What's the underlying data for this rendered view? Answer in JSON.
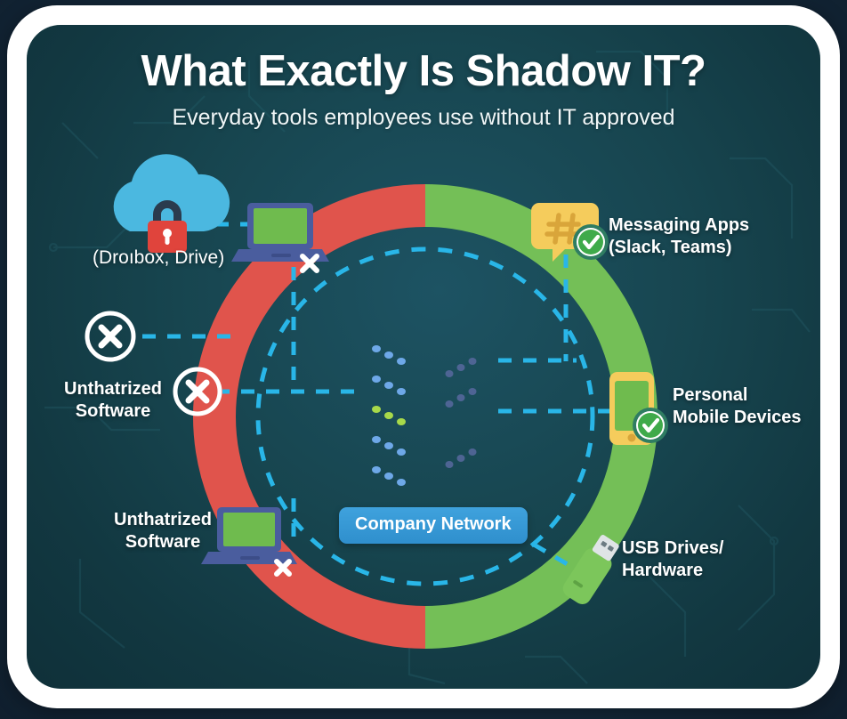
{
  "header": {
    "title": "What Exactly Is Shadow IT?",
    "subtitle": "Everyday tools employees use without IT approved"
  },
  "center": {
    "network_label": "Company Network",
    "server_icon": "server-stack-icon"
  },
  "ring": {
    "blocked_color": "#e0544c",
    "allowed_color": "#74bf57",
    "blocked_side": "left",
    "allowed_side": "right"
  },
  "colors": {
    "panel_bg": "#17454f",
    "frame": "#ffffff",
    "backdrop": "#142a3c",
    "dashed_link": "#29b6e8",
    "pill_blue": "#3fa2dd",
    "cloud_blue": "#4bb8e0",
    "lock_red": "#e0443c",
    "laptop_screen_green": "#6fbb4e",
    "laptop_body_blue": "#4a5d9e",
    "bubble_yellow": "#f5cc5c",
    "check_green": "#3faa4a",
    "phone_yellow": "#f5cc5c",
    "usb_green": "#7cc65b"
  },
  "blocked_items": [
    {
      "id": "cloud-storage",
      "label": "(Droıbox, Drive)",
      "icon": "cloud-lock-icon",
      "badge": "x-badge",
      "status": "blocked"
    },
    {
      "id": "unauthorized-software-top",
      "label": "Unthatrized\nSoftware",
      "icon": "x-circle-icon",
      "badge": "x-badge",
      "status": "blocked"
    },
    {
      "id": "unauthorized-software-bottom",
      "label": "Unthatrized\nSoftware",
      "icon": "laptop-icon",
      "badge": "x-badge",
      "status": "blocked"
    }
  ],
  "allowed_items": [
    {
      "id": "messaging-apps",
      "label": "Messaging Apps\n(Slack, Teams)",
      "icon": "chat-bubble-hash-icon",
      "badge": "check-badge",
      "status": "allowed"
    },
    {
      "id": "personal-mobile-devices",
      "label": "Personal\nMobile Devices",
      "icon": "smartphone-icon",
      "badge": "check-badge",
      "status": "allowed"
    },
    {
      "id": "usb-drives-hardware",
      "label": "USB Drives/\nHardware",
      "icon": "usb-drive-icon",
      "badge": "none",
      "status": "allowed"
    }
  ]
}
